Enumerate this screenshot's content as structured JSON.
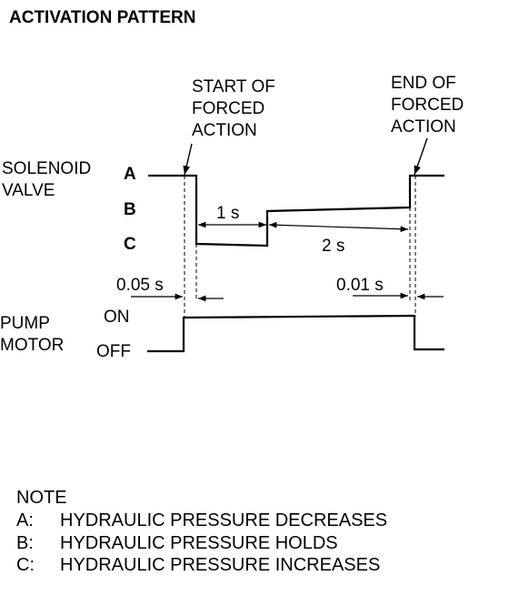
{
  "title": "ACTIVATION PATTERN",
  "annotations": {
    "start": [
      "START OF",
      "FORCED",
      "ACTION"
    ],
    "end": [
      "END OF",
      "FORCED",
      "ACTION"
    ]
  },
  "solenoid": {
    "label": [
      "SOLENOID",
      "VALVE"
    ],
    "levels": [
      "A",
      "B",
      "C"
    ]
  },
  "pump": {
    "label": [
      "PUMP",
      "MOTOR"
    ],
    "on": "ON",
    "off": "OFF"
  },
  "durations": {
    "c_phase": "1 s",
    "b_phase": "2 s",
    "start_delay": "0.05 s",
    "end_delay": "0.01 s"
  },
  "note": {
    "heading": "NOTE",
    "items": [
      {
        "key": "A:",
        "text": "HYDRAULIC PRESSURE DECREASES"
      },
      {
        "key": "B:",
        "text": "HYDRAULIC PRESSURE HOLDS"
      },
      {
        "key": "C:",
        "text": "HYDRAULIC PRESSURE INCREASES"
      }
    ]
  }
}
